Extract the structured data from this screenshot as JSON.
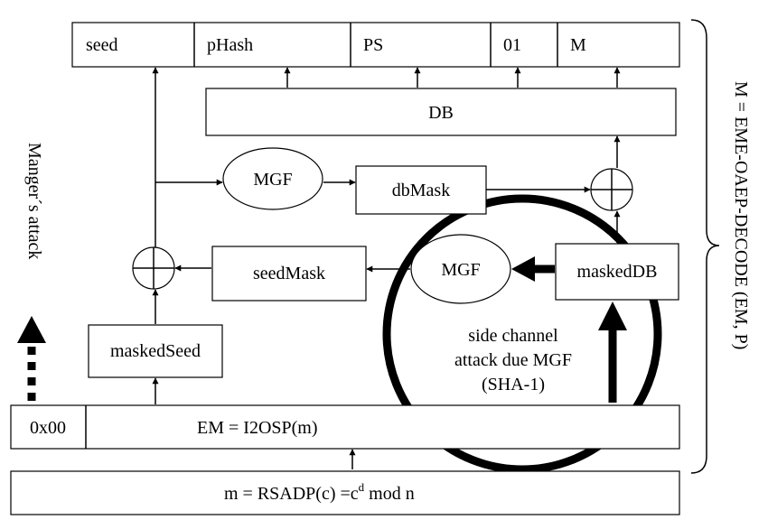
{
  "top_row": {
    "seed": "seed",
    "phash": "pHash",
    "ps": "PS",
    "one": "01",
    "m": "M"
  },
  "nodes": {
    "db": "DB",
    "mgf_top": "MGF",
    "dbmask": "dbMask",
    "seedmask": "seedMask",
    "mgf_mid": "MGF",
    "maskeddb": "maskedDB",
    "maskedseed": "maskedSeed",
    "zero_byte": "0x00",
    "em": "EM = I2OSP(m)",
    "rsadp_prefix": "m = RSADP(c) =c",
    "rsadp_exp": "d",
    "rsadp_suffix": " mod n"
  },
  "annotations": {
    "side_channel": [
      "side channel",
      "attack due MGF",
      "(SHA-1)"
    ],
    "manger": "Manger´s attack",
    "decode": "M = EME-OAEP-DECODE (EM, P)"
  }
}
